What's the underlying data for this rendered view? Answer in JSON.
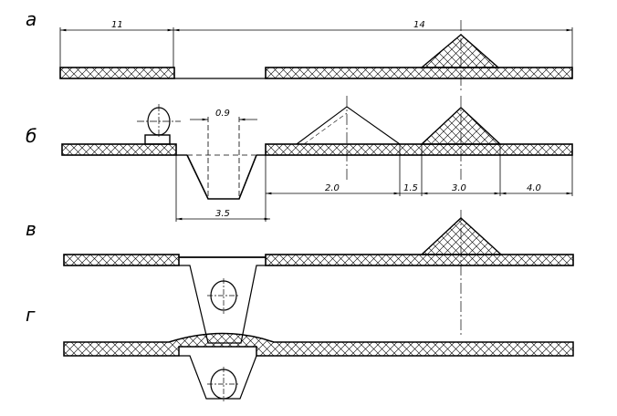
{
  "panels": [
    {
      "label": "а",
      "dimensions": [
        "11",
        "14"
      ]
    },
    {
      "label": "б",
      "dimensions": [
        "0.9",
        "2.0",
        "1.5",
        "3.0",
        "4.0",
        "3.5"
      ]
    },
    {
      "label": "в"
    },
    {
      "label": "г"
    }
  ],
  "colors": {
    "ink": "#000000",
    "background": "#ffffff"
  }
}
